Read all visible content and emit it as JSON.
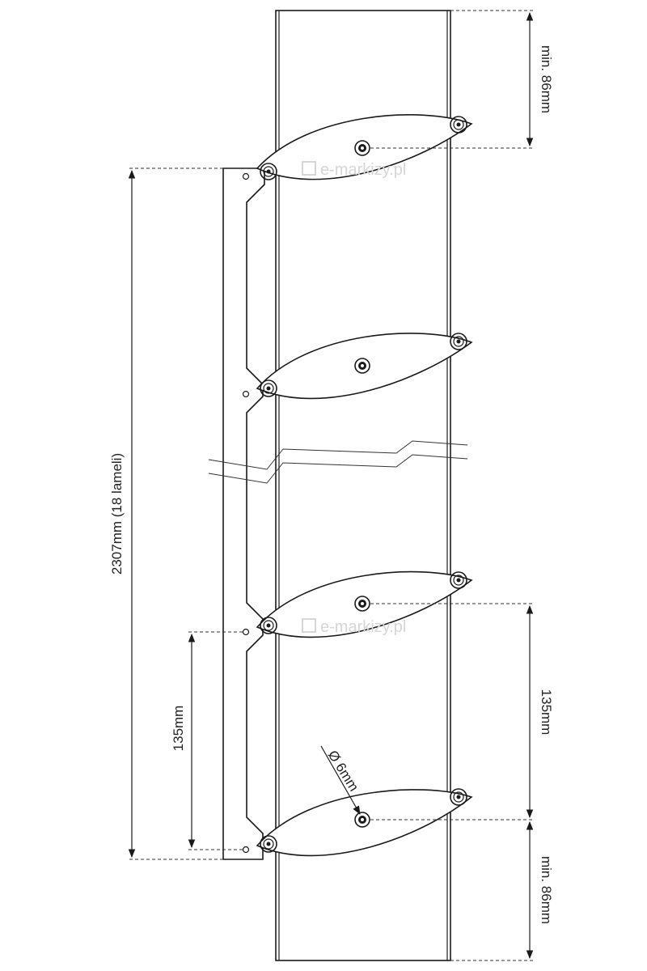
{
  "dimensions": {
    "top_min": "min. 86mm",
    "bottom_min": "min. 86mm",
    "overall": "2307mm (18 lameli)",
    "left_spacing": "135mm",
    "right_spacing": "135mm",
    "hole_diameter": "Ø 6mm"
  },
  "watermark": "e-markizy.pl",
  "blade_count": 18
}
